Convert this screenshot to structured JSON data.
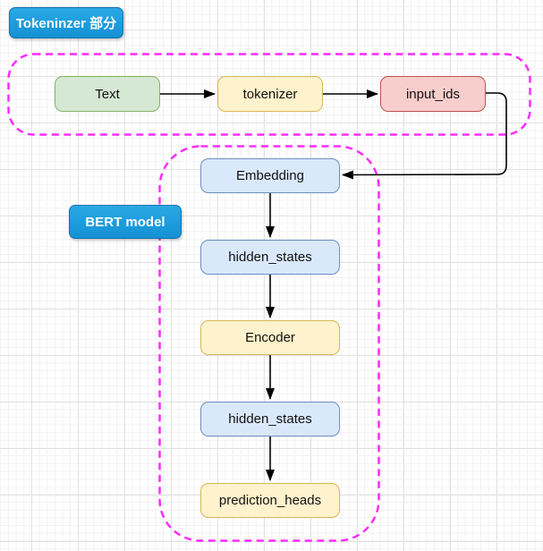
{
  "groups": {
    "tokenizer_group": {
      "label": "Tokeninzer 部分"
    },
    "bert_group": {
      "label": "BERT model"
    }
  },
  "nodes": {
    "text": {
      "label": "Text",
      "fill": "#d5e8d4",
      "stroke": "#82b366"
    },
    "tokenizer": {
      "label": "tokenizer",
      "fill": "#fff2cc",
      "stroke": "#d6b656"
    },
    "input_ids": {
      "label": "input_ids",
      "fill": "#f8cecc",
      "stroke": "#b85450"
    },
    "embedding": {
      "label": "Embedding",
      "fill": "#dae8fc",
      "stroke": "#6c8ebf"
    },
    "hidden_states_1": {
      "label": "hidden_states",
      "fill": "#dae8fc",
      "stroke": "#6c8ebf"
    },
    "encoder": {
      "label": "Encoder",
      "fill": "#fff2cc",
      "stroke": "#d6b656"
    },
    "hidden_states_2": {
      "label": "hidden_states",
      "fill": "#dae8fc",
      "stroke": "#6c8ebf"
    },
    "prediction_heads": {
      "label": "prediction_heads",
      "fill": "#fff2cc",
      "stroke": "#d6b656"
    }
  },
  "edges": [
    {
      "from": "Text",
      "to": "tokenizer"
    },
    {
      "from": "tokenizer",
      "to": "input_ids"
    },
    {
      "from": "input_ids",
      "to": "Embedding",
      "route": "right-down-left"
    },
    {
      "from": "Embedding",
      "to": "hidden_states"
    },
    {
      "from": "hidden_states",
      "to": "Encoder"
    },
    {
      "from": "Encoder",
      "to": "hidden_states"
    },
    {
      "from": "hidden_states",
      "to": "prediction_heads"
    }
  ],
  "colors": {
    "badge_fill": "#1ba1e2",
    "badge_border": "#1173ab",
    "badge_text": "#ffffff",
    "group_outline": "#ff2bff",
    "arrow": "#000000",
    "grid_major": "#e4e1e4",
    "grid_minor": "#f4f1f4"
  }
}
